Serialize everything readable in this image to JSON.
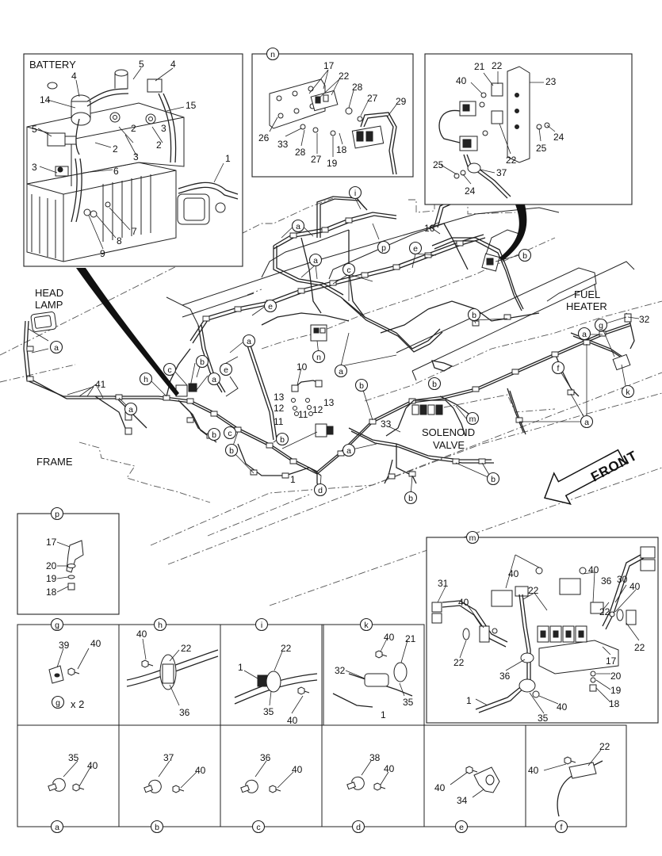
{
  "labels": {
    "battery": "BATTERY",
    "head_lamp_1": "HEAD",
    "head_lamp_2": "LAMP",
    "fuel_heater_1": "FUEL",
    "fuel_heater_2": "HEATER",
    "frame": "FRAME",
    "solenoid_1": "SOLENOID",
    "solenoid_2": "VALVE",
    "front": "FRONT",
    "g_multiplier": "x 2"
  },
  "callouts": {
    "n": "n",
    "i": "i",
    "p": "p",
    "e": "e",
    "b": "b",
    "a": "a",
    "c": "c",
    "h": "h",
    "k": "k",
    "f": "f",
    "g": "g",
    "m": "m",
    "d": "d"
  },
  "numbers": {
    "n1": "1",
    "n2": "2",
    "n3": "3",
    "n4": "4",
    "n5": "5",
    "n6": "6",
    "n7": "7",
    "n8": "8",
    "n9": "9",
    "n10": "10",
    "n11": "11",
    "n12": "12",
    "n13": "13",
    "n14": "14",
    "n15": "15",
    "n16": "16",
    "n17": "17",
    "n18": "18",
    "n19": "19",
    "n20": "20",
    "n21": "21",
    "n22": "22",
    "n23": "23",
    "n24": "24",
    "n25": "25",
    "n26": "26",
    "n27": "27",
    "n28": "28",
    "n29": "29",
    "n30": "30",
    "n31": "31",
    "n32": "32",
    "n33": "33",
    "n34": "34",
    "n35": "35",
    "n36": "36",
    "n37": "37",
    "n38": "38",
    "n39": "39",
    "n40": "40",
    "n41": "41"
  }
}
